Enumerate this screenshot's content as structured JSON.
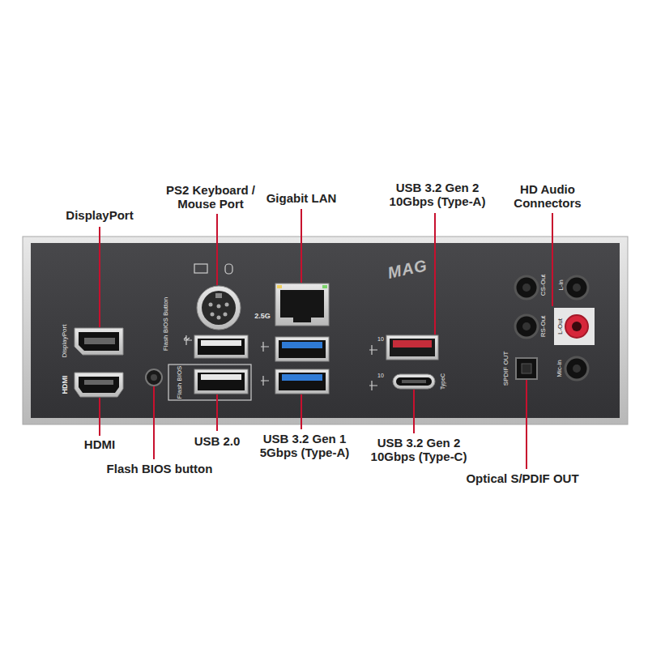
{
  "diagram": {
    "labels": [
      "DisplayPort",
      "PS2 Keyboard / Mouse Port",
      "Gigabit LAN",
      "USB 3.2 Gen 2 10Gbps (Type-A)",
      "HD Audio Connectors",
      "DisplayPort",
      "HDMI",
      "Flash BIOS Button",
      "Flash BIOS",
      "2.5G",
      "MAG",
      "10",
      "10",
      "TypeC",
      "CS-Out",
      "L-in",
      "RS-Out",
      "L-Out",
      "SPDIF OUT",
      "Mic-in",
      "HDMI",
      "Flash BIOS button",
      "USB 2.0",
      "USB 3.2 Gen 1 5Gbps (Type-A)",
      "USB 3.2 Gen 2 10Gbps (Type-C)",
      "Optical S/PDIF OUT"
    ]
  }
}
